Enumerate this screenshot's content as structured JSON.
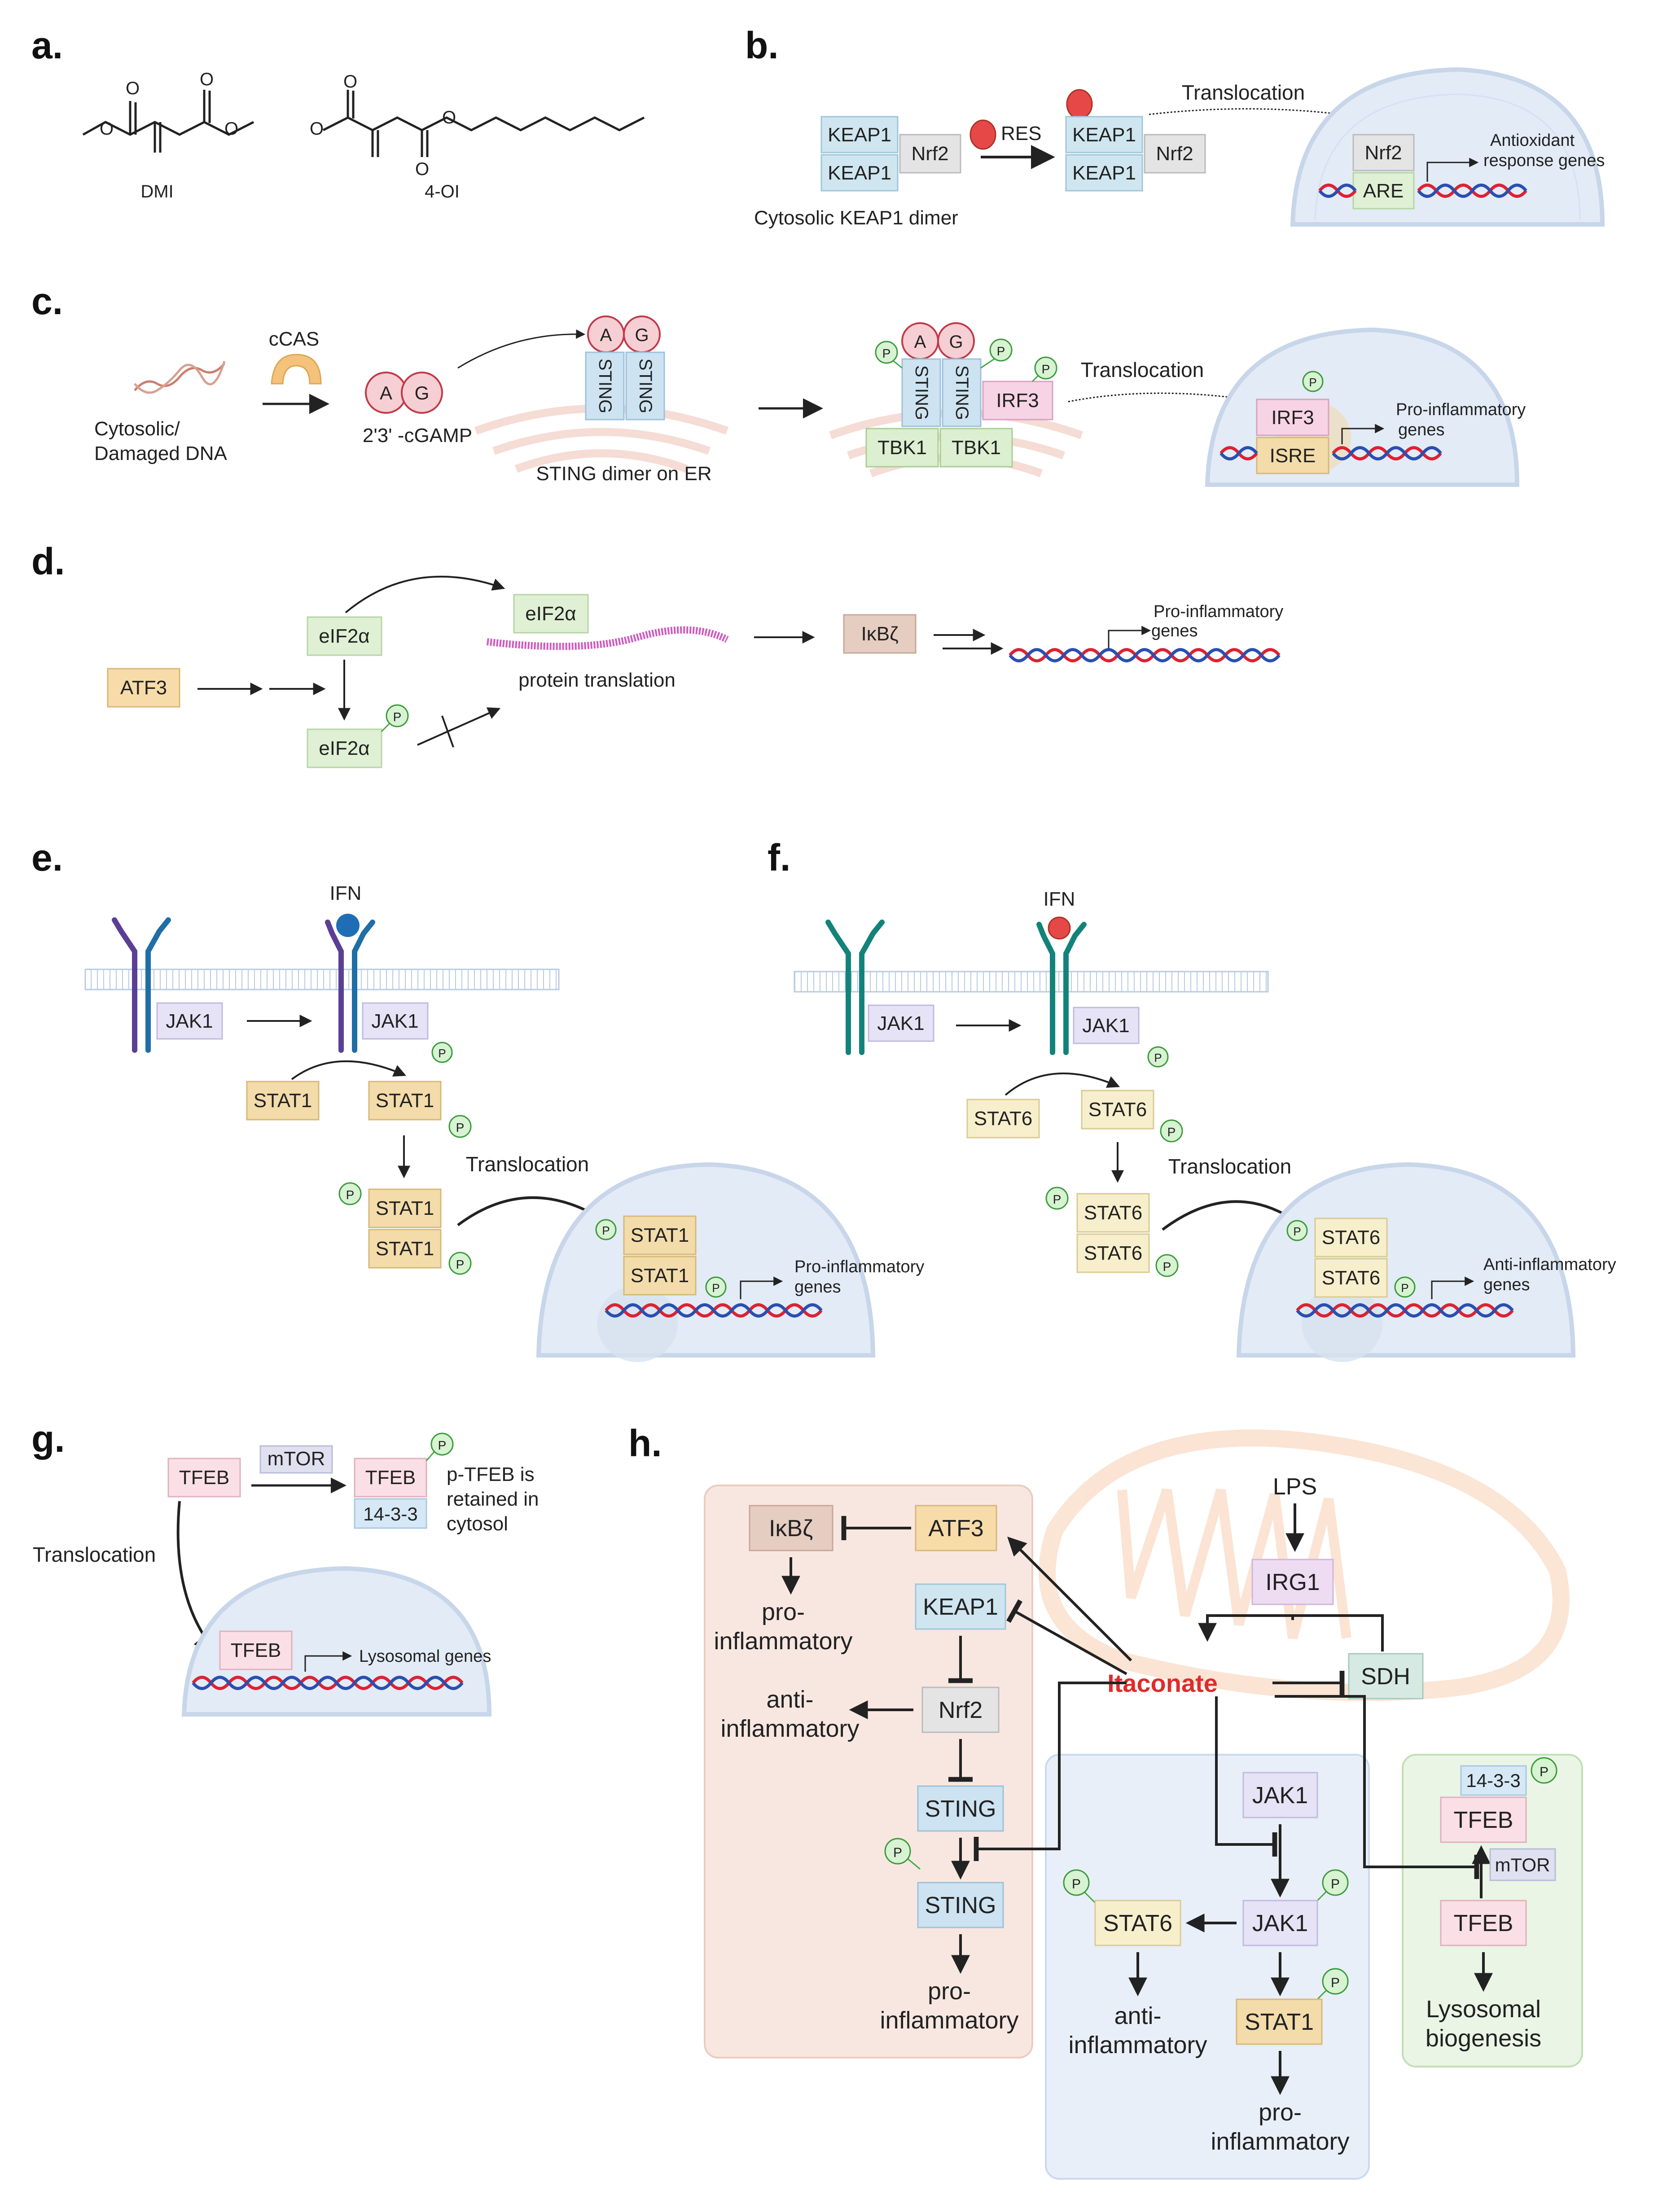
{
  "panels": {
    "a": "a.",
    "b": "b.",
    "c": "c.",
    "d": "d.",
    "e": "e.",
    "f": "f.",
    "g": "g.",
    "h": "h."
  },
  "a": {
    "dmi": "DMI",
    "oi": "4-OI"
  },
  "b": {
    "keap1": "KEAP1",
    "nrf2": "Nrf2",
    "res": "RES",
    "translocation": "Translocation",
    "are": "ARE",
    "antioxidant": [
      "Antioxidant",
      "response genes"
    ],
    "caption": "Cytosolic KEAP1 dimer"
  },
  "c": {
    "ccas": "cCAS",
    "dna_label": [
      "Cytosolic/",
      "Damaged DNA"
    ],
    "a": "A",
    "g": "G",
    "cgamp": "2'3' -cGAMP",
    "sting": "STING",
    "sting_caption": "STING dimer on ER",
    "tbk1": "TBK1",
    "irf3": "IRF3",
    "translocation": "Translocation",
    "isre": "ISRE",
    "genes": [
      "Pro-inflammatory",
      "genes"
    ],
    "p": "P"
  },
  "d": {
    "atf3": "ATF3",
    "eif2a": "eIF2α",
    "translation": "protein translation",
    "ikbz": "IκBζ",
    "genes": [
      "Pro-inflammatory",
      "genes"
    ]
  },
  "e": {
    "ifn": "IFN",
    "jak1": "JAK1",
    "stat1": "STAT1",
    "translocation": "Translocation",
    "genes": [
      "Pro-inflammatory",
      "genes"
    ]
  },
  "f": {
    "ifn": "IFN",
    "jak1": "JAK1",
    "stat6": "STAT6",
    "translocation": "Translocation",
    "genes": [
      "Anti-inflammatory",
      "genes"
    ]
  },
  "g": {
    "tfeb": "TFEB",
    "mtor": "mTOR",
    "p1433": "14-3-3",
    "retained": [
      "p-TFEB is",
      "retained in",
      "cytosol"
    ],
    "translocation": "Translocation",
    "lysosomal": "Lysosomal genes"
  },
  "h": {
    "lps": "LPS",
    "irg1": "IRG1",
    "itaconate": "Itaconate",
    "sdh": "SDH",
    "ikbz": "IκBζ",
    "atf3": "ATF3",
    "keap1": "KEAP1",
    "nrf2": "Nrf2",
    "sting": "STING",
    "jak1": "JAK1",
    "stat6": "STAT6",
    "stat1": "STAT1",
    "p1433": "14-3-3",
    "tfeb": "TFEB",
    "mtor": "mTOR",
    "pro1": [
      "pro-",
      "inflammatory"
    ],
    "anti1": [
      "anti-",
      "inflammatory"
    ],
    "pro2": [
      "pro-",
      "inflammatory"
    ],
    "anti2": [
      "anti-",
      "inflammatory"
    ],
    "pro3": [
      "pro-",
      "inflammatory"
    ],
    "lyso": [
      "Lysosomal",
      "biogenesis"
    ]
  },
  "colors": {
    "keap1": "#cfe6f0",
    "nrf2": "#e4e4e4",
    "sting": "#cde3f1",
    "tbk1": "#dcefd0",
    "irf3": "#f7d3e6",
    "eif2a": "#dff0d4",
    "atf3": "#f7dcaa",
    "ikbz": "#e6cdc1",
    "jak1": "#e6e3f6",
    "stat": "#f3dcaa",
    "stat6": "#f7efcc",
    "tfeb": "#fbdfe6",
    "mtor": "#dfe1f0",
    "p1433": "#d6e8f6",
    "irg1": "#eedcf2",
    "sdh": "#d7e9e3",
    "itaconate": "#e12b2b",
    "res": "#e64848",
    "ifn_e": "#1f6eb5",
    "ifn_f": "#e64848"
  }
}
